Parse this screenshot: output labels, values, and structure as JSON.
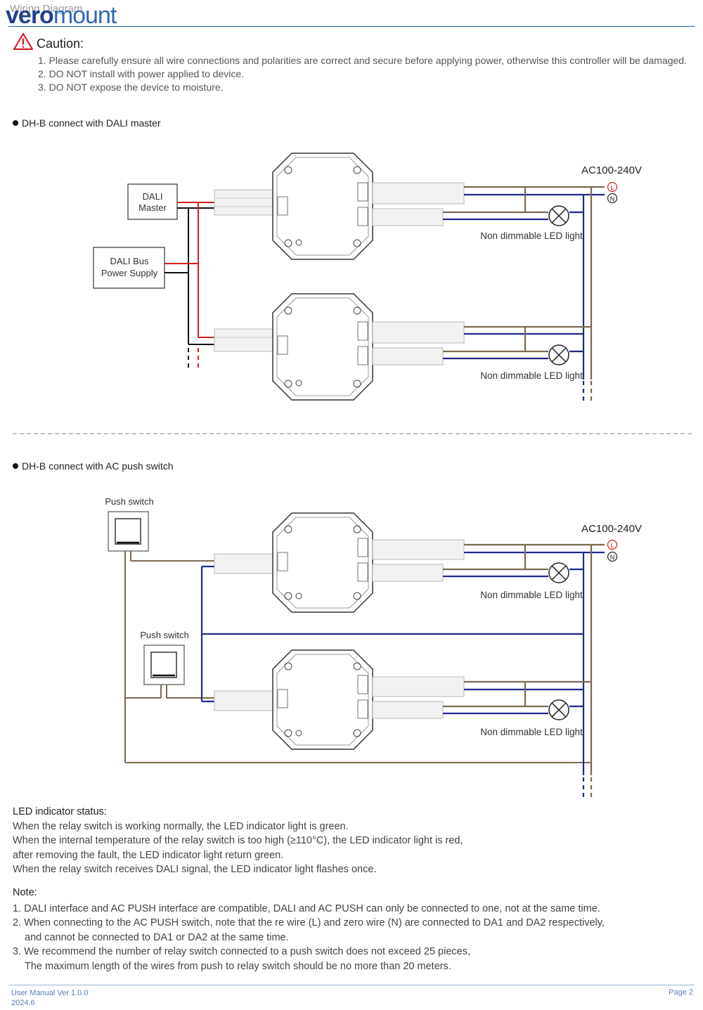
{
  "header": {
    "logo_part1": "vero",
    "logo_part2": "mount",
    "section_title": "Wiring Diagram"
  },
  "caution": {
    "title": "Caution:",
    "items": [
      "1. Please carefully ensure all wire connections and polarities are correct and secure before applying power, otherwise this controller will be damaged.",
      "2. DO NOT install with power applied to device.",
      "3. DO NOT expose the device to moisture."
    ]
  },
  "diagram1": {
    "title": "DH-B connect with DALI master",
    "dali_master": [
      "DALI",
      "Master"
    ],
    "bus_power": [
      "DALI Bus",
      "Power Supply"
    ],
    "ac_label": "AC100-240V",
    "l_label": "L",
    "n_label": "N",
    "light_label": "Non dimmable LED light"
  },
  "diagram2": {
    "title": "DH-B connect with AC push switch",
    "push_switch": "Push switch",
    "ac_label": "AC100-240V",
    "l_label": "L",
    "n_label": "N",
    "light_label": "Non dimmable LED light"
  },
  "led_status": {
    "title": "LED indicator status:",
    "lines": [
      "When the relay switch is working normally, the LED indicator light is green.",
      "When the internal temperature of the relay switch is too high (≥110°C), the LED indicator light is red,",
      "after removing the fault, the LED indicator light return green.",
      "When the relay switch receives DALI signal, the LED indicator light flashes once."
    ]
  },
  "note": {
    "title": "Note:",
    "lines": [
      "1. DALI interface and AC PUSH interface are compatible, DALI and AC PUSH can only be connected to one, not at the same time.",
      "2. When connecting to the AC PUSH switch, note that the re wire (L) and zero wire (N) are connected to DA1 and DA2 respectively,",
      "and cannot be connected to DA1 or DA2 at the same time.",
      "3. We recommend the number of relay switch connected to a push switch does not exceed 25 pieces,",
      "The maximum length of the wires from push to relay switch should be no more than 20 meters."
    ]
  },
  "footer": {
    "version": "User Manual Ver 1.0.0",
    "date": "2024.6",
    "page": "Page 2"
  },
  "colors": {
    "live_wire": "#7a6a4f",
    "neutral_wire": "#1f2a8c",
    "dali_red": "#d22020",
    "dali_black": "#111111",
    "brand": "#1f3f8f"
  }
}
